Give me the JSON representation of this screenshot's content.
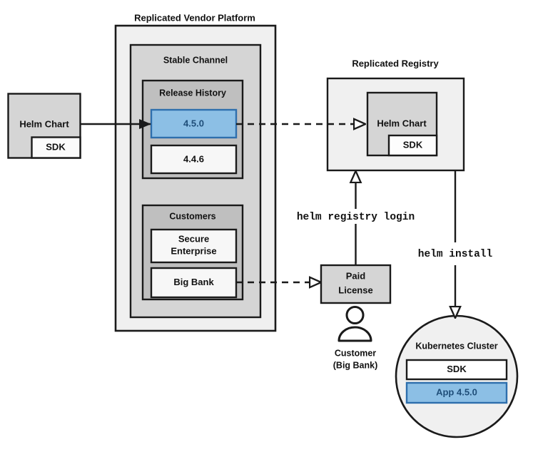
{
  "diagram": {
    "title_platform": "Replicated Vendor Platform",
    "title_registry": "Replicated Registry",
    "colors": {
      "accent_blue_fill": "#8cbfe5",
      "accent_blue_stroke": "#2e6fad",
      "accent_blue_text": "#1f4e79",
      "outer_gray": "#f0f0f0",
      "mid_gray": "#d5d5d5",
      "dark_gray": "#bfbfbf",
      "light_box": "#f5f5f5",
      "stroke": "#1a1a1a",
      "white": "#ffffff"
    },
    "source_chart": {
      "label": "Helm Chart",
      "sdk_label": "SDK"
    },
    "vendor_platform": {
      "label": "Replicated Vendor Platform",
      "channel": {
        "label": "Stable Channel",
        "release_history": {
          "label": "Release History",
          "releases": [
            {
              "version": "4.5.0",
              "highlighted": true
            },
            {
              "version": "4.4.6",
              "highlighted": false
            }
          ]
        },
        "customers": {
          "label": "Customers",
          "entries": [
            {
              "name": "Secure\nEnterprise",
              "line1": "Secure",
              "line2": "Enterprise"
            },
            {
              "name": "Big Bank",
              "line1": "Big Bank",
              "line2": ""
            }
          ]
        }
      }
    },
    "registry": {
      "label": "Replicated Registry",
      "chart_label": "Helm Chart",
      "sdk_label": "SDK"
    },
    "license": {
      "line1": "Paid",
      "line2": "License"
    },
    "customer_actor": {
      "line1": "Customer",
      "line2": "(Big Bank)"
    },
    "commands": {
      "registry_login": "helm registry login",
      "install": "helm install"
    },
    "cluster": {
      "label": "Kubernetes Cluster",
      "components": [
        {
          "label": "SDK",
          "highlighted": false
        },
        {
          "label": "App 4.5.0",
          "highlighted": true
        }
      ]
    },
    "edges": [
      {
        "name": "chart-to-release",
        "style": "solid",
        "arrow": "filled"
      },
      {
        "name": "release-to-registry",
        "style": "dashed",
        "arrow": "open"
      },
      {
        "name": "bigbank-to-license",
        "style": "dashed",
        "arrow": "open"
      },
      {
        "name": "license-to-registry",
        "style": "solid",
        "arrow": "open",
        "label": "helm registry login"
      },
      {
        "name": "registry-to-cluster",
        "style": "solid",
        "arrow": "open",
        "label": "helm install"
      }
    ]
  }
}
